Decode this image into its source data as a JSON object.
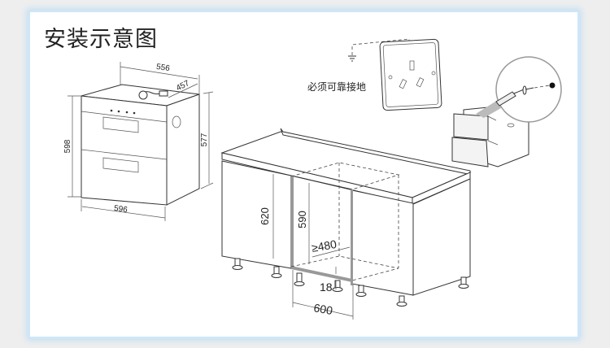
{
  "title": "安装示意图",
  "appliance_dimensions": {
    "depth_top": "556",
    "depth_side": "457",
    "front_height": "598",
    "side_height": "577",
    "width": "596"
  },
  "socket": {
    "label": "必须可靠接地"
  },
  "cabinet_dimensions": {
    "cabinet_height": "620",
    "opening_height": "590",
    "opening_depth": "≥480",
    "board_thickness": "18",
    "opening_width": "600"
  }
}
